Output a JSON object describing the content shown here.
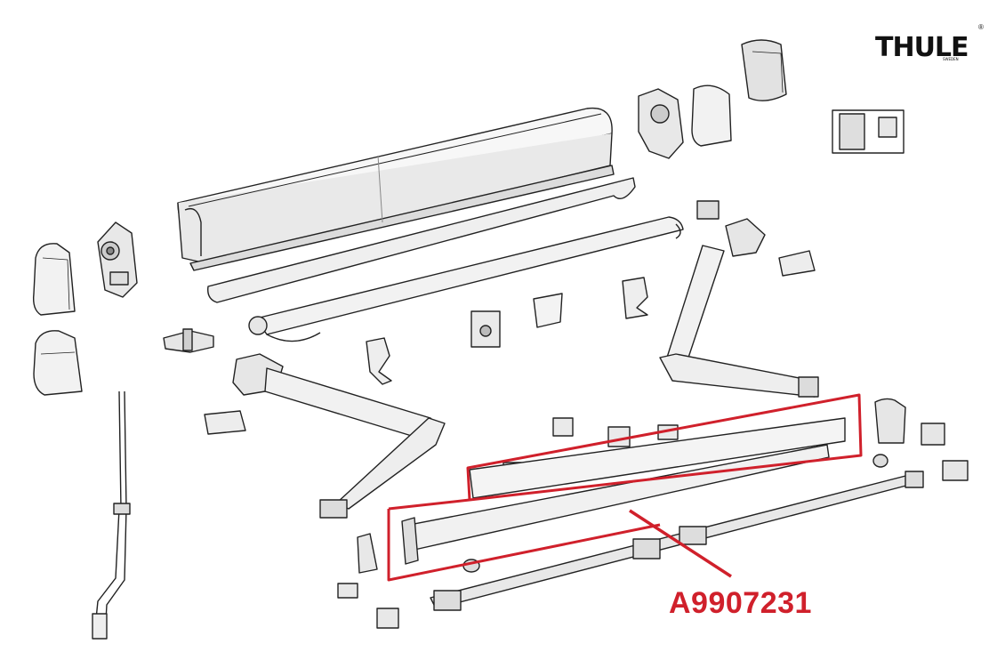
{
  "brand": {
    "logo_text": "THULE",
    "logo_subtext": "SWEDEN",
    "registered_mark": "®"
  },
  "callout": {
    "part_number": "A9907231",
    "highlight_color": "#d0202b"
  },
  "colors": {
    "line": "#222222",
    "shade": "#d9d9d9",
    "light": "#f1f1f1"
  }
}
